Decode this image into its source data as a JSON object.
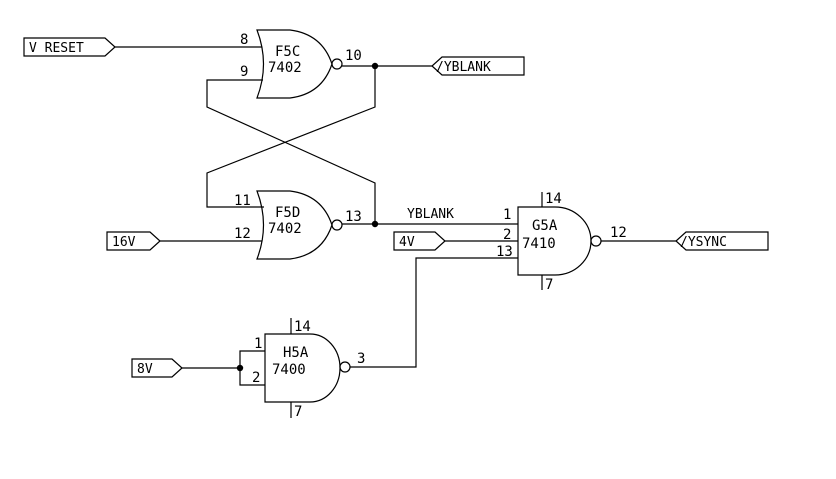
{
  "ports": {
    "v_reset": "V RESET",
    "y16": "16V",
    "y8": "8V",
    "y4": "4V",
    "yblank_out": "/YBLANK",
    "ysync_out": "/YSYNC"
  },
  "net_labels": {
    "yblank": "YBLANK"
  },
  "gates": {
    "f5c": {
      "ref": "F5C",
      "part": "7402",
      "type": "NOR",
      "pins": {
        "in_a": "8",
        "in_b": "9",
        "out": "10"
      }
    },
    "f5d": {
      "ref": "F5D",
      "part": "7402",
      "type": "NOR",
      "pins": {
        "in_a": "11",
        "in_b": "12",
        "out": "13"
      }
    },
    "g5a": {
      "ref": "G5A",
      "part": "7410",
      "type": "NAND3",
      "pins": {
        "in_a": "1",
        "in_b": "2",
        "in_c": "13",
        "out": "12",
        "vcc": "14",
        "gnd": "7"
      }
    },
    "h5a": {
      "ref": "H5A",
      "part": "7400",
      "type": "NAND2",
      "pins": {
        "in_a": "1",
        "in_b": "2",
        "out": "3",
        "vcc": "14",
        "gnd": "7"
      }
    }
  }
}
